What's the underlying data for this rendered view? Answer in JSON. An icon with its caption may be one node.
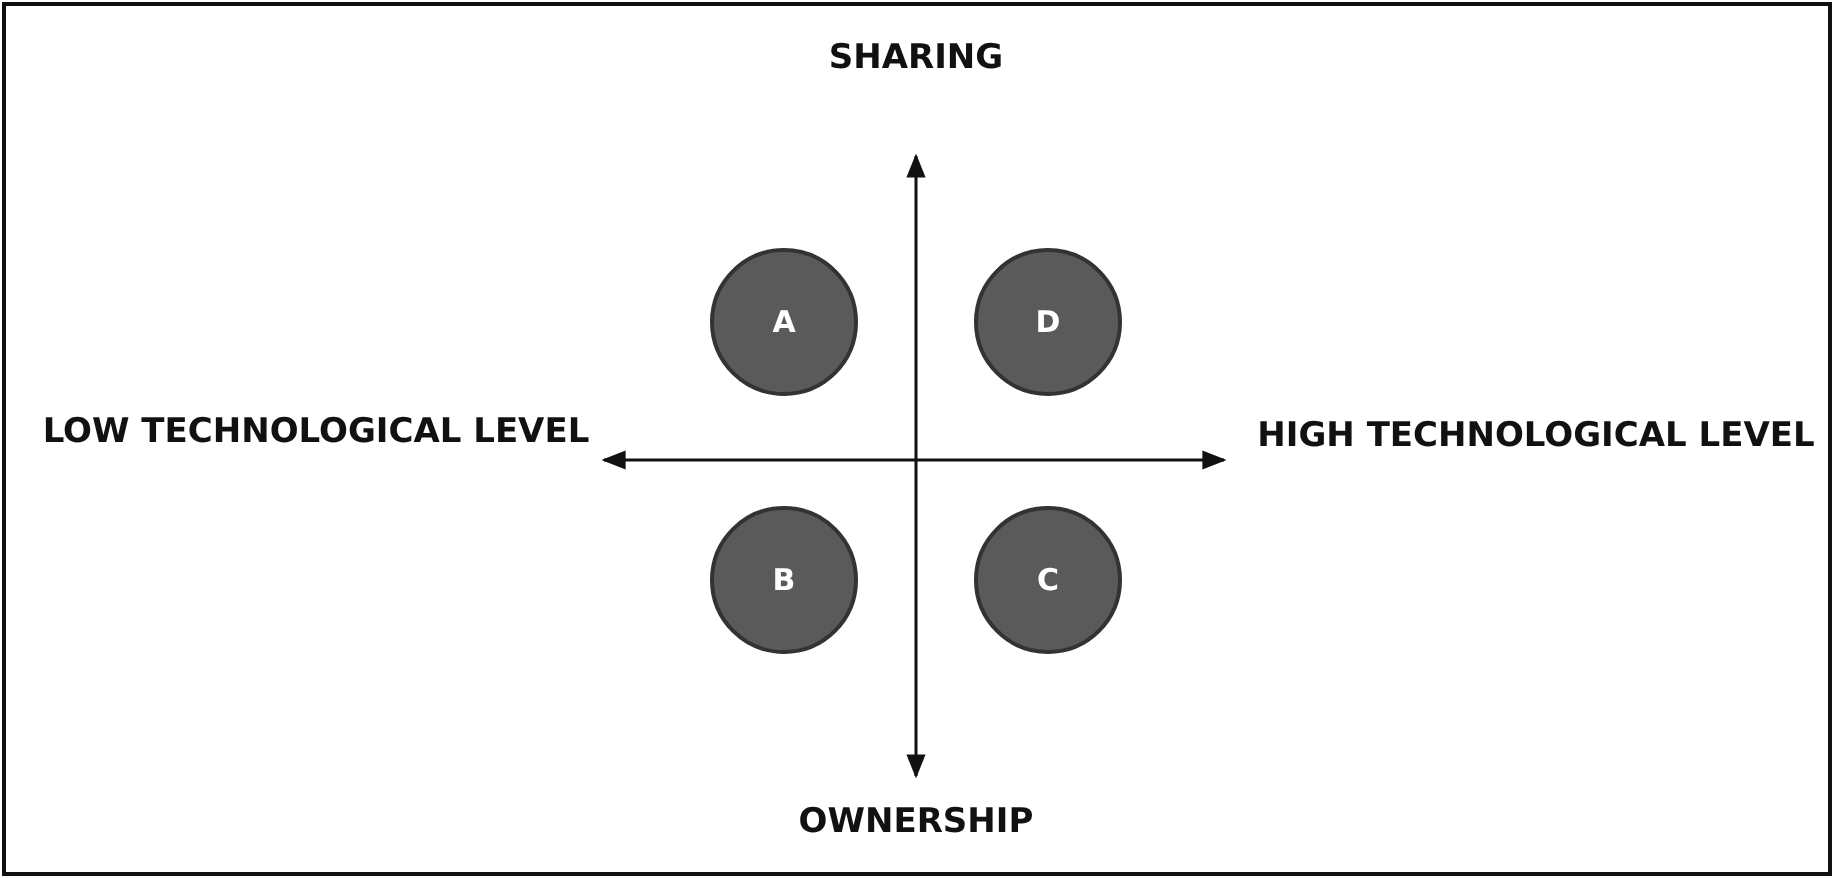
{
  "diagram": {
    "nodes": [
      {
        "text": [
          "A"
        ]
      },
      {
        "text": [
          "D"
        ]
      },
      {
        "text": [
          "B"
        ]
      },
      {
        "text": [
          "C"
        ]
      }
    ],
    "labels": [
      "SHARING",
      "LOW TECHNOLOGICAL LEVEL",
      "HIGH TECHNOLOGICAL LEVEL",
      "OWNERSHIP"
    ]
  }
}
